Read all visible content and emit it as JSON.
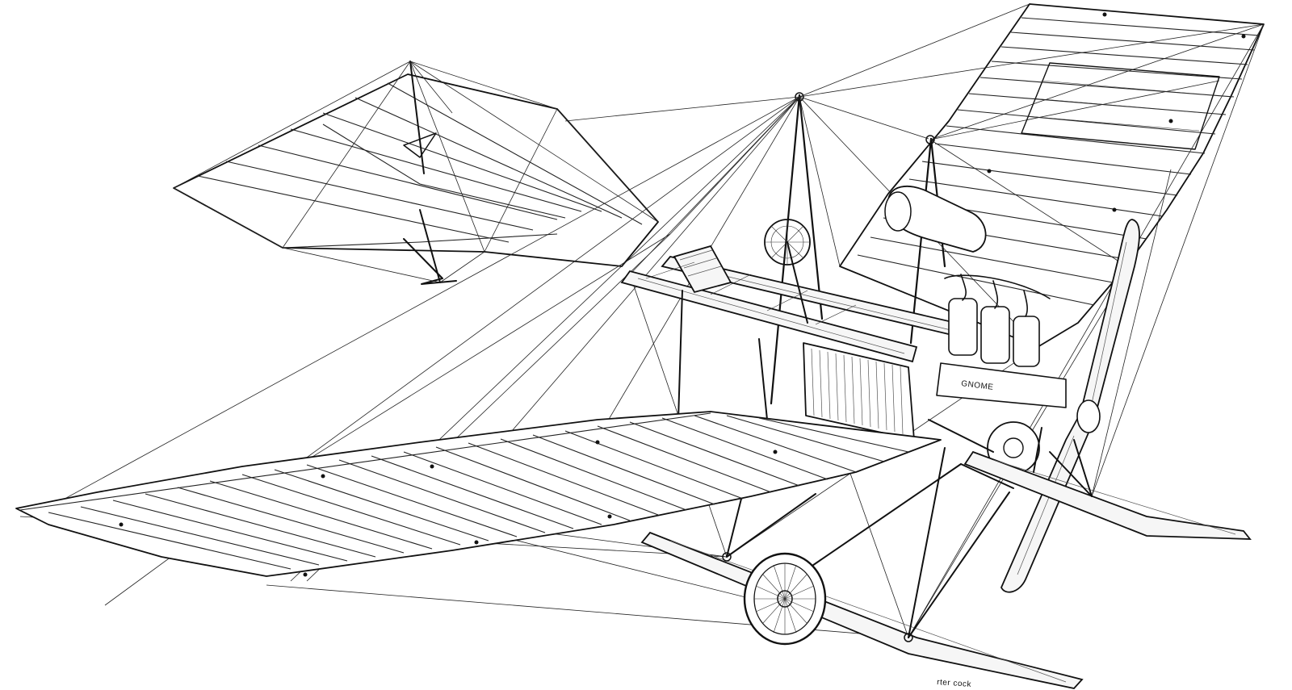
{
  "drawing": {
    "subject": "early-monoplane-cutaway-illustration",
    "engine_plate_text": "GNOME",
    "artist_signature": "rter cock",
    "ink_color": "#111111",
    "paper_color": "#ffffff"
  }
}
